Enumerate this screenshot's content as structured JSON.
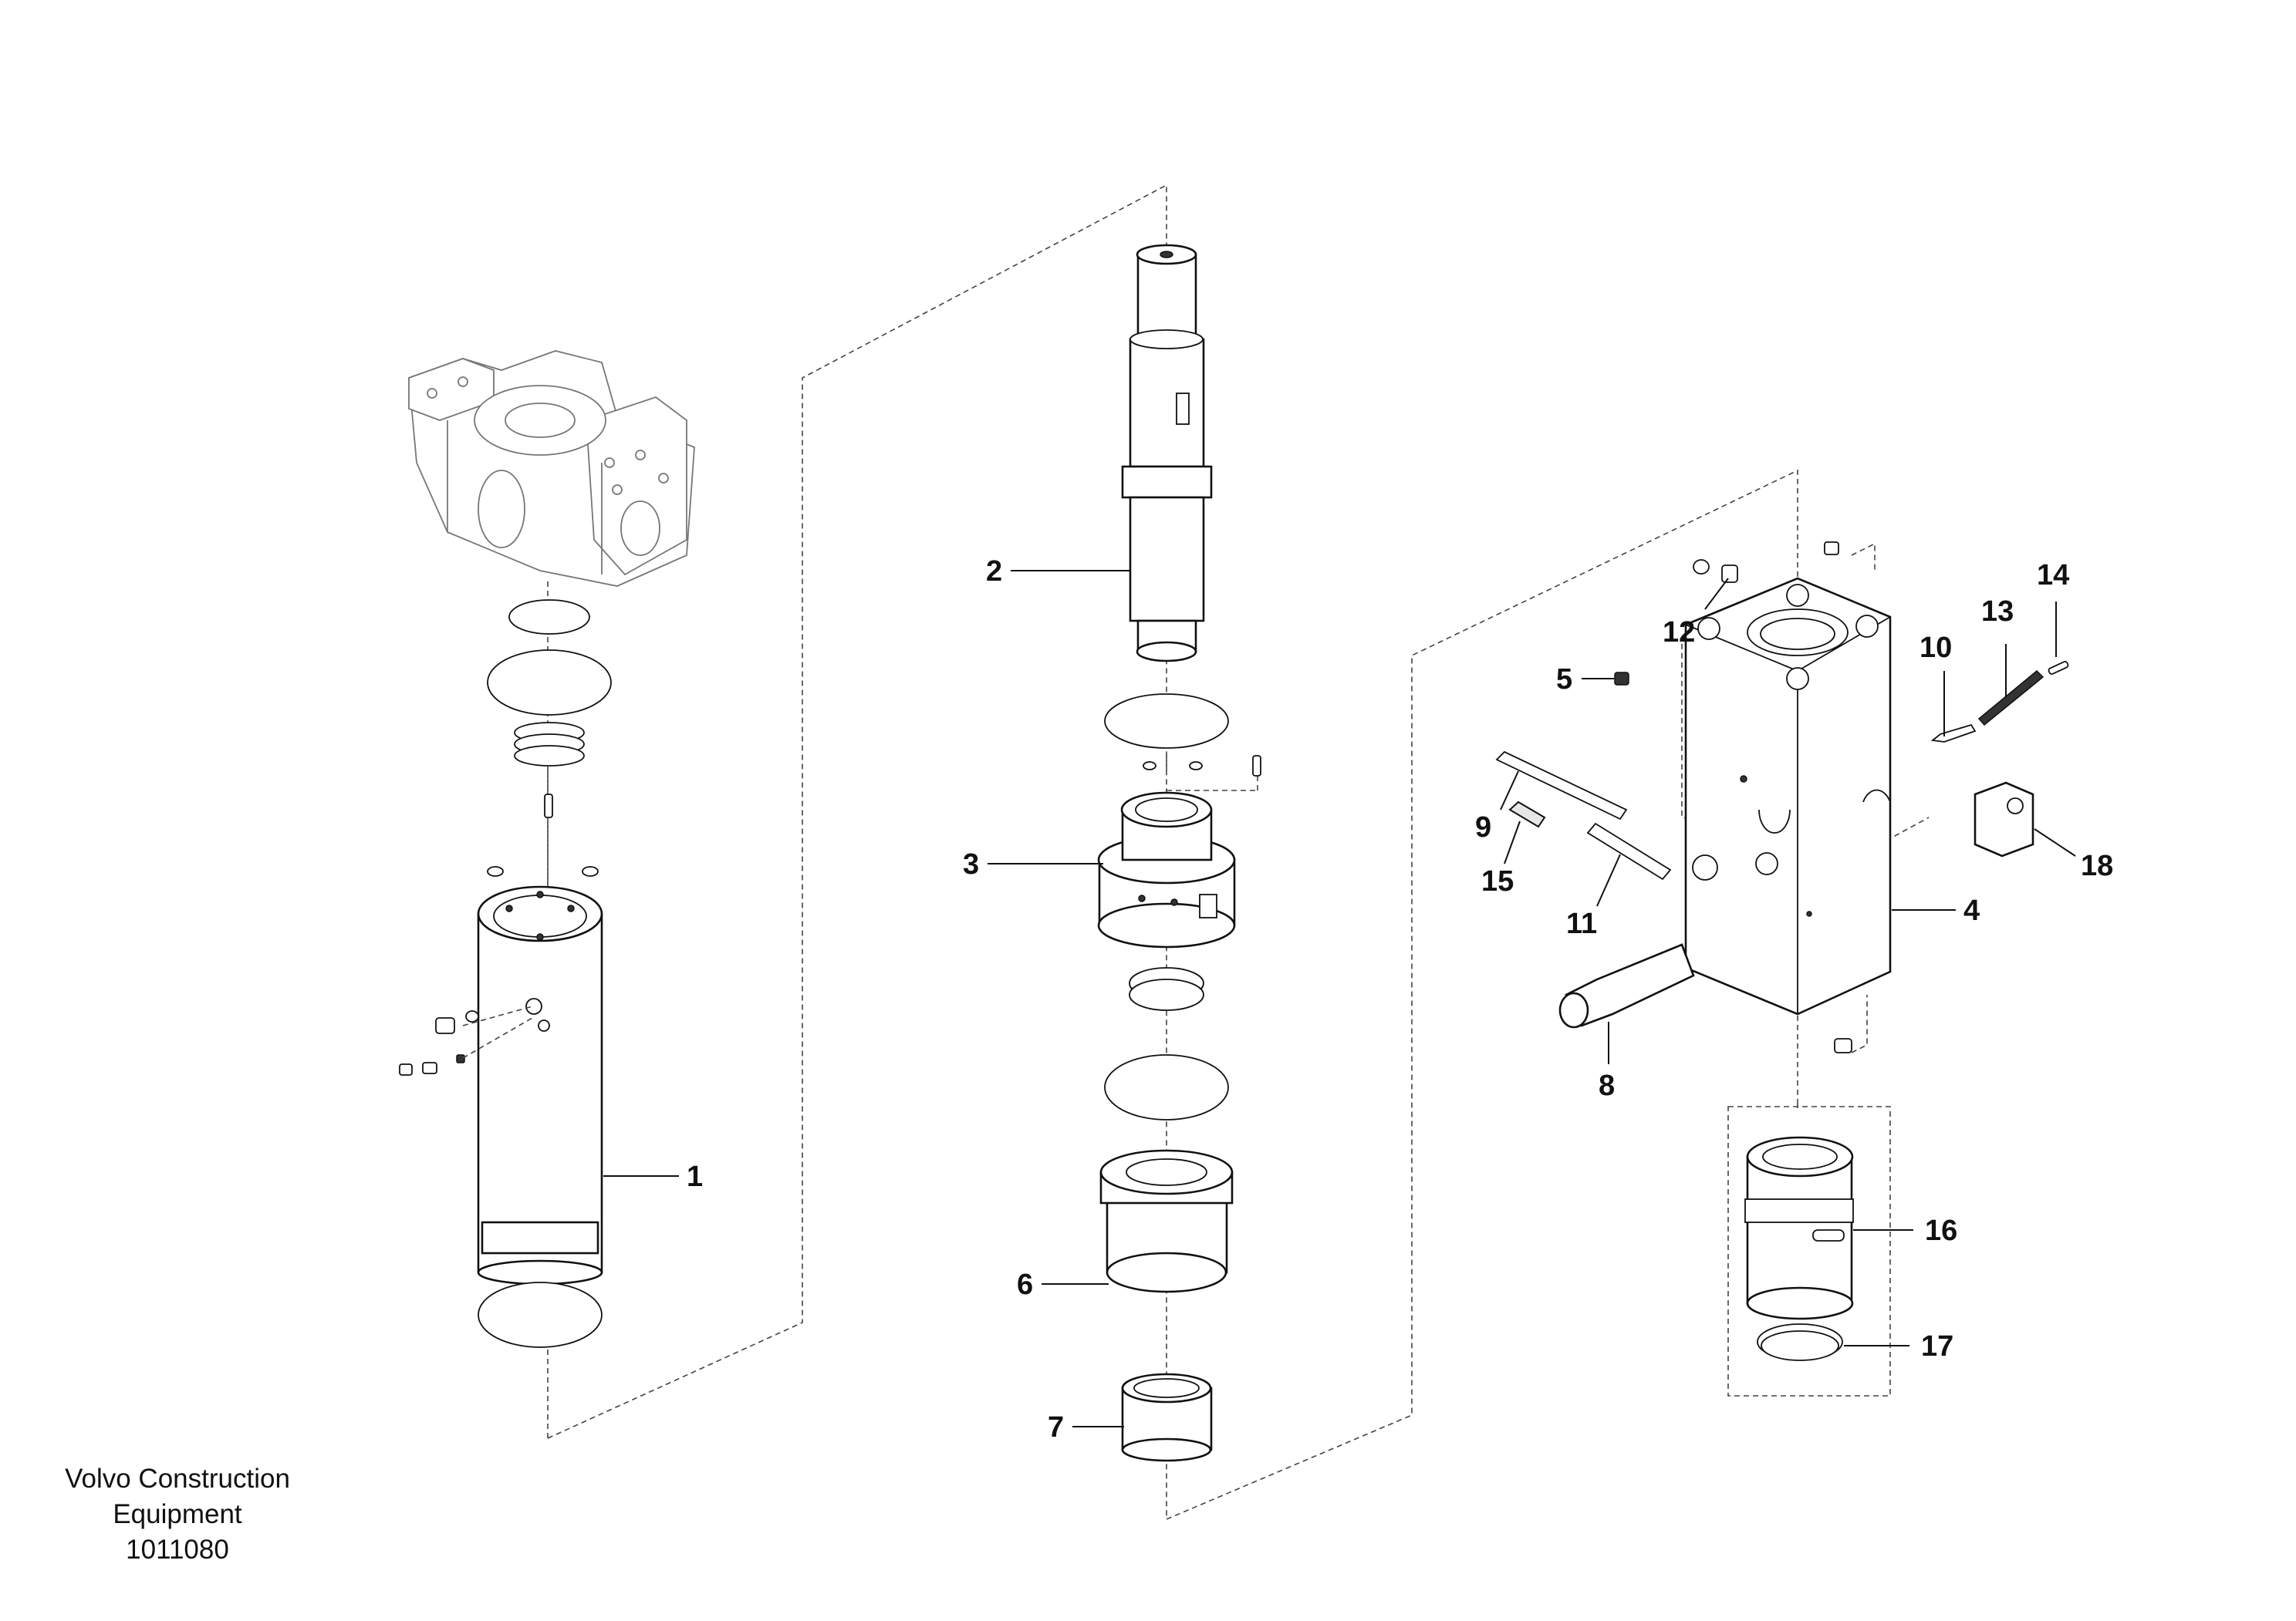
{
  "diagram": {
    "callouts": [
      {
        "id": "1",
        "text": "1"
      },
      {
        "id": "2",
        "text": "2"
      },
      {
        "id": "3",
        "text": "3"
      },
      {
        "id": "4",
        "text": "4"
      },
      {
        "id": "5",
        "text": "5"
      },
      {
        "id": "6",
        "text": "6"
      },
      {
        "id": "7",
        "text": "7"
      },
      {
        "id": "8",
        "text": "8"
      },
      {
        "id": "9",
        "text": "9"
      },
      {
        "id": "10",
        "text": "10"
      },
      {
        "id": "11",
        "text": "11"
      },
      {
        "id": "12",
        "text": "12"
      },
      {
        "id": "13",
        "text": "13"
      },
      {
        "id": "14",
        "text": "14"
      },
      {
        "id": "15",
        "text": "15"
      },
      {
        "id": "16",
        "text": "16"
      },
      {
        "id": "17",
        "text": "17"
      },
      {
        "id": "18",
        "text": "18"
      }
    ]
  },
  "footer": {
    "line1": "Volvo Construction",
    "line2": "Equipment",
    "drawing_number": "1011080"
  }
}
